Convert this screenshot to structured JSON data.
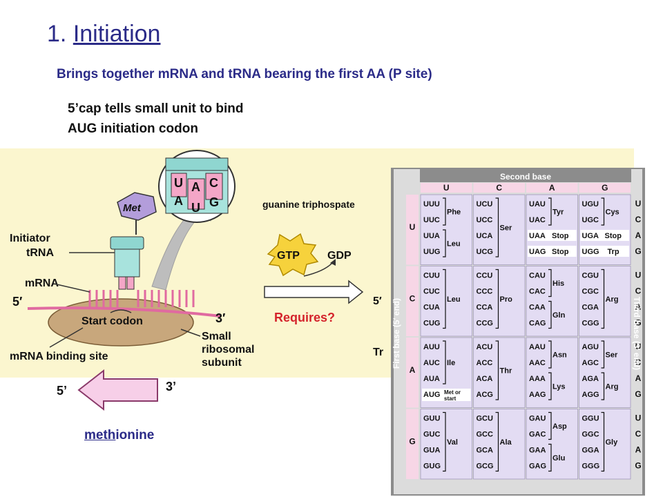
{
  "header": {
    "title_number": "1. ",
    "title_word": "Initiation",
    "subtitle": "Brings together mRNA and tRNA bearing the first AA (P site)",
    "line1": "5’cap tells small unit to bind",
    "line2": "AUG initiation codon"
  },
  "diagram": {
    "met": "Met",
    "anticodon_top": [
      "U",
      "A",
      "C"
    ],
    "anticodon_bottom": [
      "A",
      "U",
      "G"
    ],
    "initiator_trna": [
      "Initiator",
      "tRNA"
    ],
    "mrna": "mRNA",
    "five_prime": "5′",
    "three_prime": "3′",
    "start_codon": "Start codon",
    "small_subunit": [
      "Small",
      "ribosomal",
      "subunit"
    ],
    "binding_site": "mRNA binding site",
    "gtp": "GTP",
    "gdp": "GDP",
    "gtp_label": "guanine triphospate",
    "requires": "Requires?",
    "five_prime_right": "5′",
    "tr_fragment": "Tr"
  },
  "arrow_labels": {
    "five": "5’",
    "three": "3’"
  },
  "methionine": {
    "part1": "meth",
    "part2": "ionine"
  },
  "symbol": "",
  "codon_table": {
    "title": "Second base",
    "second_bases": [
      "U",
      "C",
      "A",
      "G"
    ],
    "first_bases": [
      "U",
      "C",
      "A",
      "G"
    ],
    "third_bases": [
      "U",
      "C",
      "A",
      "G"
    ],
    "left_label": "First base  (5′ end)",
    "right_label": "Third base  (3′ end)",
    "rows": [
      [
        {
          "codons": [
            "UUU",
            "UUC",
            "UUA",
            "UUG"
          ],
          "groups": [
            {
              "aa": "Phe",
              "rows": [
                0,
                1
              ]
            },
            {
              "aa": "Leu",
              "rows": [
                2,
                3
              ]
            }
          ]
        },
        {
          "codons": [
            "UCU",
            "UCC",
            "UCA",
            "UCG"
          ],
          "groups": [
            {
              "aa": "Ser",
              "rows": [
                0,
                3
              ]
            }
          ]
        },
        {
          "codons": [
            "UAU",
            "UAC",
            "UAA",
            "UAG"
          ],
          "groups": [
            {
              "aa": "Tyr",
              "rows": [
                0,
                1
              ]
            }
          ],
          "stops": [
            {
              "row": 2,
              "label": "Stop"
            },
            {
              "row": 3,
              "label": "Stop"
            }
          ]
        },
        {
          "codons": [
            "UGU",
            "UGC",
            "UGA",
            "UGG"
          ],
          "groups": [
            {
              "aa": "Cys",
              "rows": [
                0,
                1
              ]
            }
          ],
          "stops": [
            {
              "row": 2,
              "label": "Stop"
            }
          ],
          "singles": [
            {
              "row": 3,
              "aa": "Trp"
            }
          ]
        }
      ],
      [
        {
          "codons": [
            "CUU",
            "CUC",
            "CUA",
            "CUG"
          ],
          "groups": [
            {
              "aa": "Leu",
              "rows": [
                0,
                3
              ]
            }
          ]
        },
        {
          "codons": [
            "CCU",
            "CCC",
            "CCA",
            "CCG"
          ],
          "groups": [
            {
              "aa": "Pro",
              "rows": [
                0,
                3
              ]
            }
          ]
        },
        {
          "codons": [
            "CAU",
            "CAC",
            "CAA",
            "CAG"
          ],
          "groups": [
            {
              "aa": "His",
              "rows": [
                0,
                1
              ]
            },
            {
              "aa": "Gln",
              "rows": [
                2,
                3
              ]
            }
          ]
        },
        {
          "codons": [
            "CGU",
            "CGC",
            "CGA",
            "CGG"
          ],
          "groups": [
            {
              "aa": "Arg",
              "rows": [
                0,
                3
              ]
            }
          ]
        }
      ],
      [
        {
          "codons": [
            "AUU",
            "AUC",
            "AUA",
            "AUG"
          ],
          "groups": [
            {
              "aa": "Ile",
              "rows": [
                0,
                2
              ]
            }
          ],
          "start": {
            "row": 3,
            "label": [
              "Met or",
              "start"
            ]
          }
        },
        {
          "codons": [
            "ACU",
            "ACC",
            "ACA",
            "ACG"
          ],
          "groups": [
            {
              "aa": "Thr",
              "rows": [
                0,
                3
              ]
            }
          ]
        },
        {
          "codons": [
            "AAU",
            "AAC",
            "AAA",
            "AAG"
          ],
          "groups": [
            {
              "aa": "Asn",
              "rows": [
                0,
                1
              ]
            },
            {
              "aa": "Lys",
              "rows": [
                2,
                3
              ]
            }
          ]
        },
        {
          "codons": [
            "AGU",
            "AGC",
            "AGA",
            "AGG"
          ],
          "groups": [
            {
              "aa": "Ser",
              "rows": [
                0,
                1
              ]
            },
            {
              "aa": "Arg",
              "rows": [
                2,
                3
              ]
            }
          ]
        }
      ],
      [
        {
          "codons": [
            "GUU",
            "GUC",
            "GUA",
            "GUG"
          ],
          "groups": [
            {
              "aa": "Val",
              "rows": [
                0,
                3
              ]
            }
          ]
        },
        {
          "codons": [
            "GCU",
            "GCC",
            "GCA",
            "GCG"
          ],
          "groups": [
            {
              "aa": "Ala",
              "rows": [
                0,
                3
              ]
            }
          ]
        },
        {
          "codons": [
            "GAU",
            "GAC",
            "GAA",
            "GAG"
          ],
          "groups": [
            {
              "aa": "Asp",
              "rows": [
                0,
                1
              ]
            },
            {
              "aa": "Glu",
              "rows": [
                2,
                3
              ]
            }
          ]
        },
        {
          "codons": [
            "GGU",
            "GGC",
            "GGA",
            "GGG"
          ],
          "groups": [
            {
              "aa": "Gly",
              "rows": [
                0,
                3
              ]
            }
          ]
        }
      ]
    ]
  },
  "colors": {
    "heading": "#2b2b88",
    "accent_red": "#d4232b",
    "panel_bg": "#fbf6cf",
    "table_frame": "#8c8c8c",
    "table_cell": "#e3dcf3",
    "table_pink": "#f7d6e6",
    "arrow_pink": "#f7cfe8"
  }
}
